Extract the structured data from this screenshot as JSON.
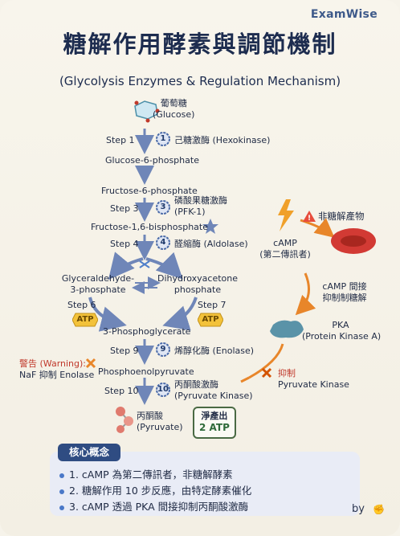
{
  "brand": "ExamWise",
  "title": "糖解作用酵素與調節機制",
  "subtitle": "(Glycolysis Enzymes & Regulation Mechanism)",
  "glucose": {
    "name": "葡萄糖",
    "en": "(Glucose)"
  },
  "steps": {
    "s1": {
      "label": "Step 1",
      "num": "1",
      "enzyme": "己糖激酶 (Hexokinase)"
    },
    "s3": {
      "label": "Step 3",
      "num": "3",
      "enzyme": "磷酸果糖激酶",
      "enzyme2": "(PFK-1)"
    },
    "s4": {
      "label": "Step 4",
      "num": "4",
      "enzyme": "醛縮酶 (Aldolase)"
    },
    "s6": {
      "label": "Step 6",
      "atp": "ATP"
    },
    "s7": {
      "label": "Step 7",
      "atp": "ATP"
    },
    "s9": {
      "label": "Step 9",
      "num": "9",
      "enzyme": "烯醇化酶 (Enolase)"
    },
    "s10": {
      "label": "Step 10",
      "num": "10",
      "enzyme": "丙酮酸激酶",
      "enzyme2": "(Pyruvate Kinase)"
    }
  },
  "metabolites": {
    "g6p": "Glucose-6-phosphate",
    "f6p": "Fructose-6-phosphate",
    "f16bp": "Fructose-1,6-bisphosphate",
    "gap1": "Glyceraldehyde-",
    "gap2": "3-phosphate",
    "dhap1": "Dihydroxyacetone",
    "dhap2": "phosphate",
    "pg3": "3-Phosphoglycerate",
    "pep": "Phosphoenolpyruvate",
    "pyruvate": "丙酮酸",
    "pyruvate_en": "(Pyruvate)"
  },
  "warning": {
    "line1": "警告 (Warning):",
    "line2": "NaF 抑制 Enolase"
  },
  "net": {
    "label": "淨產出",
    "value": "2 ATP"
  },
  "regulation": {
    "camp": "cAMP",
    "camp_zh": "(第二傳訊者)",
    "non_glyco": "非糖解產物",
    "indirect1": "cAMP 間接",
    "indirect2": "抑制制糖解",
    "pka": "PKA",
    "pka_en": "(Protein Kinase A)",
    "inhibit": "抑制",
    "pk": "Pyruvate Kinase"
  },
  "concepts": {
    "title": "核心概念",
    "items": [
      "1. cAMP 為第二傳訊者，非糖解酵素",
      "2. 糖解作用 10 步反應，由特定酵素催化",
      "3. cAMP 透過 PKA 間接抑制丙酮酸激酶"
    ]
  },
  "footer": {
    "by": "by"
  },
  "colors": {
    "arrow": "#6f86b8",
    "orange": "#e8862a",
    "red_cell": "#d23a34",
    "pka": "#5a93a8"
  }
}
